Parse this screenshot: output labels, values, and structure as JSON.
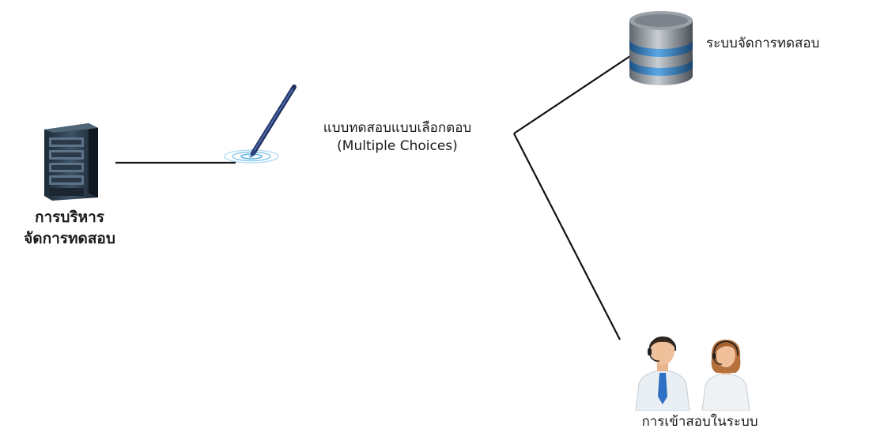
{
  "nodes": {
    "server": {
      "label_line1": "การบริหาร",
      "label_line2": "จัดการทดสอบ",
      "icon": "server-rack-icon"
    },
    "test_type": {
      "label_line1": "แบบทดสอบแบบเลือกตอบ",
      "label_line2": "(Multiple  Choices)",
      "icon": "pen-icon"
    },
    "database": {
      "label": "ระบบจัดการทดสอบ",
      "icon": "database-icon"
    },
    "users": {
      "label": "การเข้าสอบในระบบ",
      "icon": "users-icon"
    }
  },
  "colors": {
    "line": "#111111",
    "server_body": "#2b3a4a",
    "db_gray": "#8d939a",
    "db_blue": "#2f7fc1",
    "pen_blue": "#2a3f7a",
    "ripple": "#5fb3e6",
    "shirt": "#e9eef3",
    "tie": "#2f6fc4"
  }
}
